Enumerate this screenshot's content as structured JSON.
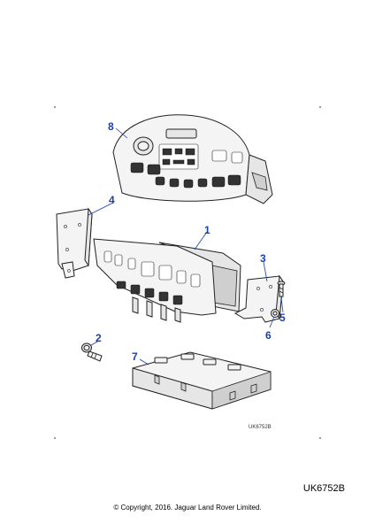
{
  "callouts": [
    {
      "label": "8"
    },
    {
      "label": "4"
    },
    {
      "label": "1"
    },
    {
      "label": "3"
    },
    {
      "label": "5"
    },
    {
      "label": "6"
    },
    {
      "label": "2"
    },
    {
      "label": "7"
    }
  ],
  "diagram_ref_small": "UK6752B",
  "diagram_ref_large": "UK6752B",
  "copyright": "© Copyright, 2016. Jaguar Land Rover Limited.",
  "colors": {
    "callout": "#1a3fb0"
  }
}
